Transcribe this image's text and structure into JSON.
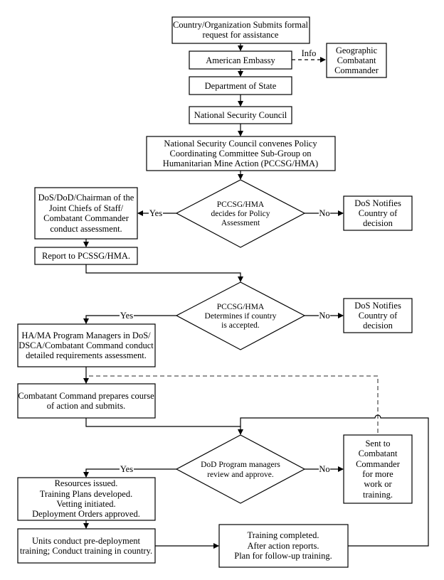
{
  "nodes": {
    "request": {
      "lines": [
        "Country/Organization Submits formal",
        "request for assistance"
      ]
    },
    "embassy": {
      "lines": [
        "American Embassy"
      ]
    },
    "geographic": {
      "lines": [
        "Geographic",
        "Combatant",
        "Commander"
      ]
    },
    "state": {
      "lines": [
        "Department of State"
      ]
    },
    "nsc": {
      "lines": [
        "National Security Council"
      ]
    },
    "pccsg": {
      "lines": [
        "National Security Council  convenes Policy",
        "Coordinating Committee Sub-Group on",
        "Humanitarian Mine Action (PCCSG/HMA)"
      ]
    },
    "decision1": {
      "lines": [
        "PCCSG/HMA",
        "decides for Policy",
        "Assessment"
      ]
    },
    "assessment": {
      "lines": [
        "DoS/DoD/Chairman of the",
        "Joint Chiefs of Staff/",
        "Combatant Commander",
        "conduct assessment."
      ]
    },
    "notify1": {
      "lines": [
        "DoS Notifies",
        "Country of",
        "decision"
      ]
    },
    "report": {
      "lines": [
        "Report to PCSSG/HMA."
      ]
    },
    "decision2": {
      "lines": [
        "PCCSG/HMA",
        "Determines if country",
        "is accepted."
      ]
    },
    "notify2": {
      "lines": [
        "DoS Notifies",
        "Country of",
        "decision"
      ]
    },
    "requirements": {
      "lines": [
        "HA/MA Program Managers in DoS/",
        "DSCA/Combatant Command conduct",
        "detailed requirements assessment."
      ]
    },
    "course": {
      "lines": [
        "Combatant Command prepares course",
        "of action and submits."
      ]
    },
    "decision3": {
      "lines": [
        "DoD Program managers",
        "review and approve."
      ]
    },
    "sent": {
      "lines": [
        "Sent to",
        "Combatant",
        "Commander",
        "for more",
        "work or",
        "training."
      ]
    },
    "resources": {
      "lines": [
        "Resources issued.",
        "Training Plans developed.",
        "Vetting initiated.",
        "Deployment Orders approved."
      ]
    },
    "units": {
      "lines": [
        "Units conduct pre-deployment",
        "training; Conduct training in country."
      ]
    },
    "training": {
      "lines": [
        "Training completed.",
        "After action reports.",
        "Plan for follow-up training."
      ]
    }
  },
  "edge_labels": {
    "info": "Info",
    "yes": "Yes",
    "no": "No"
  }
}
